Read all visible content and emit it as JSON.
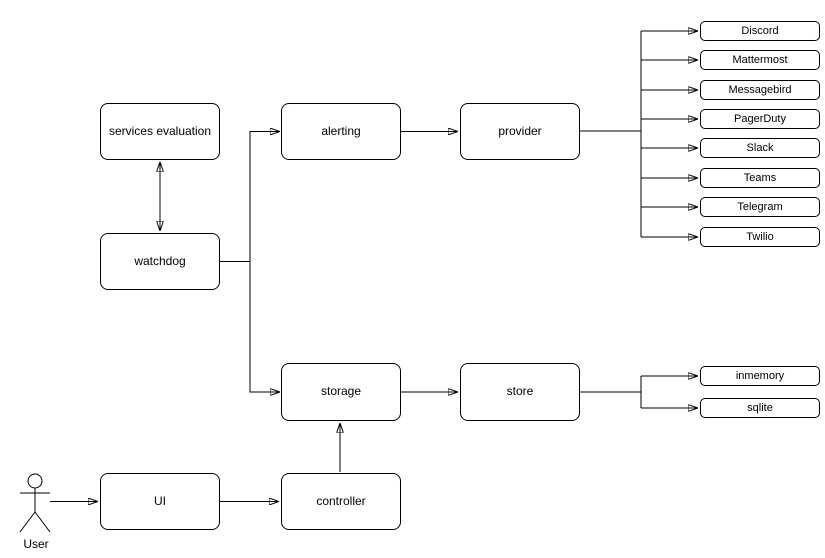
{
  "nodes": {
    "services_evaluation": "services evaluation",
    "watchdog": "watchdog",
    "alerting": "alerting",
    "provider": "provider",
    "storage": "storage",
    "store": "store",
    "ui": "UI",
    "controller": "controller"
  },
  "actor": {
    "label": "User"
  },
  "providers": [
    "Discord",
    "Mattermost",
    "Messagebird",
    "PagerDuty",
    "Slack",
    "Teams",
    "Telegram",
    "Twilio"
  ],
  "stores": [
    "inmemory",
    "sqlite"
  ],
  "colors": {
    "line": "#000000",
    "box_border": "#000000",
    "box_fill": "#ffffff",
    "background": "#ffffff",
    "text": "#000000"
  }
}
